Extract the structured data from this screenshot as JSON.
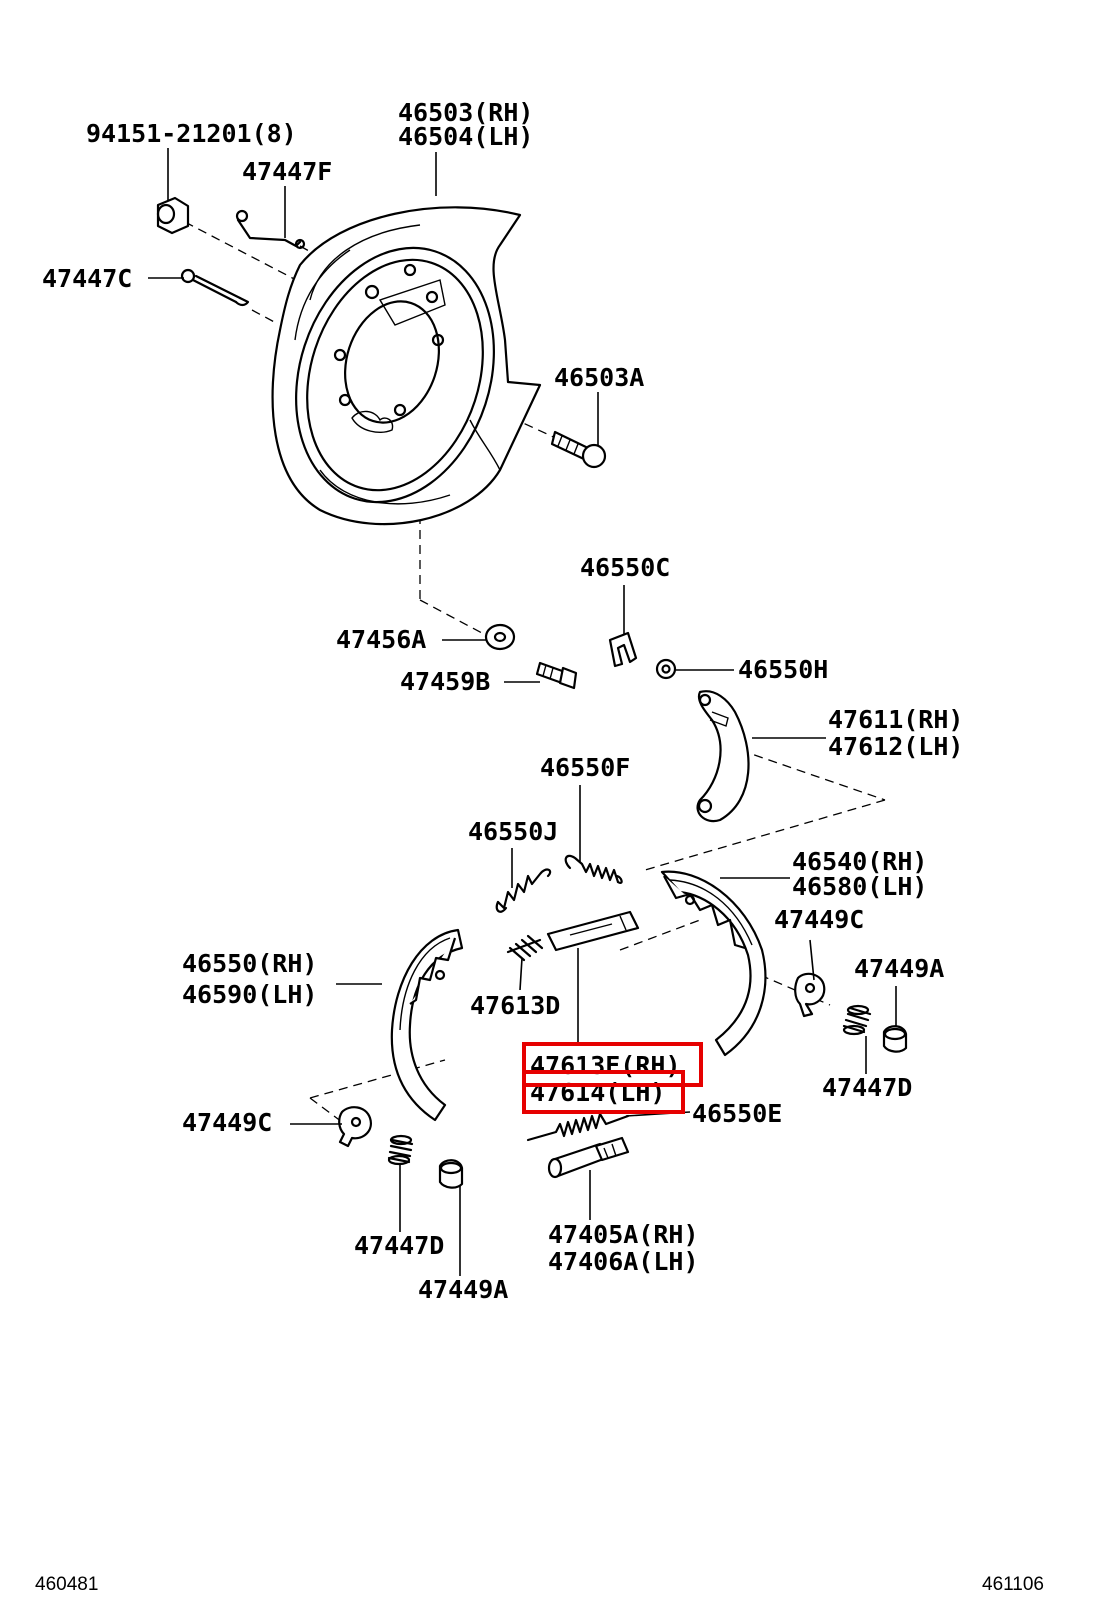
{
  "labels": {
    "l94151": "94151-21201(8)",
    "l46503": "46503(RH)",
    "l46504": "46504(LH)",
    "l47447F": "47447F",
    "l47447C": "47447C",
    "l46503A": "46503A",
    "l46550C": "46550C",
    "l47456A": "47456A",
    "l47459B": "47459B",
    "l46550H": "46550H",
    "l47611": "47611(RH)",
    "l47612": "47612(LH)",
    "l46550F": "46550F",
    "l46550J": "46550J",
    "l46540": "46540(RH)",
    "l46580": "46580(LH)",
    "l47449C_r": "47449C",
    "l47449A_r": "47449A",
    "l46550": "46550(RH)",
    "l46590": "46590(LH)",
    "l47613D": "47613D",
    "l47613E": "47613E(RH)",
    "l47614": "47614(LH)",
    "l46550E": "46550E",
    "l47447D_r": "47447D",
    "l47449C_l": "47449C",
    "l47405A": "47405A(RH)",
    "l47406A": "47406A(LH)",
    "l47447D_l": "47447D",
    "l47449A_l": "47449A"
  },
  "footer": {
    "left_code": "460481",
    "right_code": "461106"
  },
  "highlight": {
    "color": "#e60000",
    "parts": [
      "47613E(RH)",
      "47614(LH)"
    ]
  }
}
